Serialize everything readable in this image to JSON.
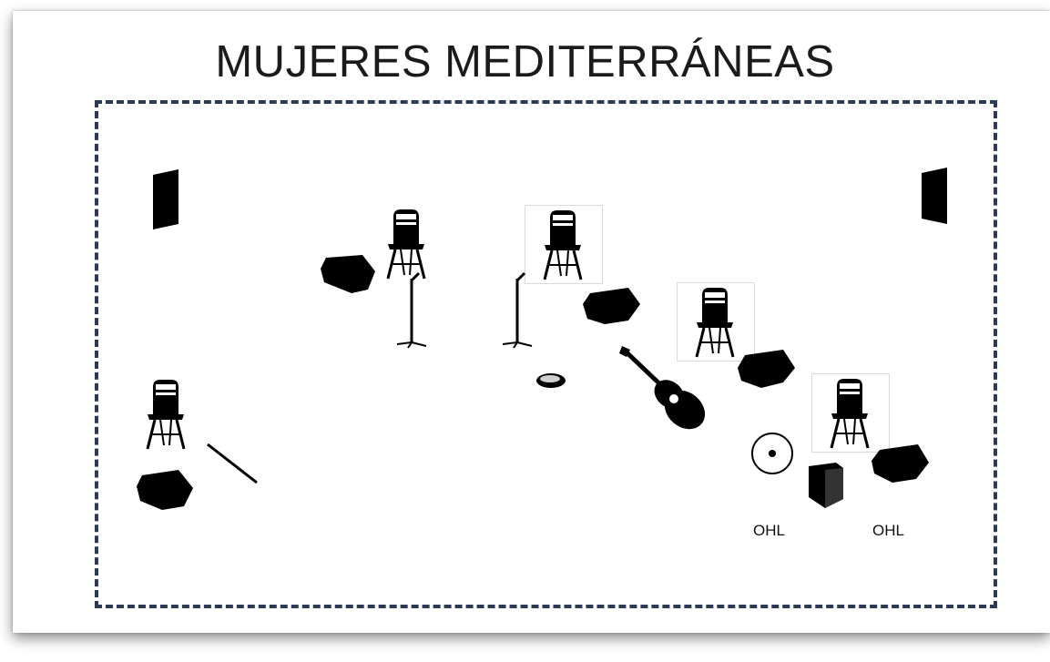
{
  "title": "MUJERES MEDITERRÁNEAS",
  "labels": {
    "ohl_left": "OHL",
    "ohl_right": "OHL"
  },
  "colors": {
    "border": "#2b3a55",
    "ink": "#000000"
  },
  "icons": [
    "chair-icon",
    "monitor-wedge-icon",
    "side-fill-speaker-icon",
    "mic-stand-icon",
    "guitar-icon",
    "tambourine-icon",
    "flute-icon",
    "cymbal-icon",
    "cajon-icon"
  ]
}
